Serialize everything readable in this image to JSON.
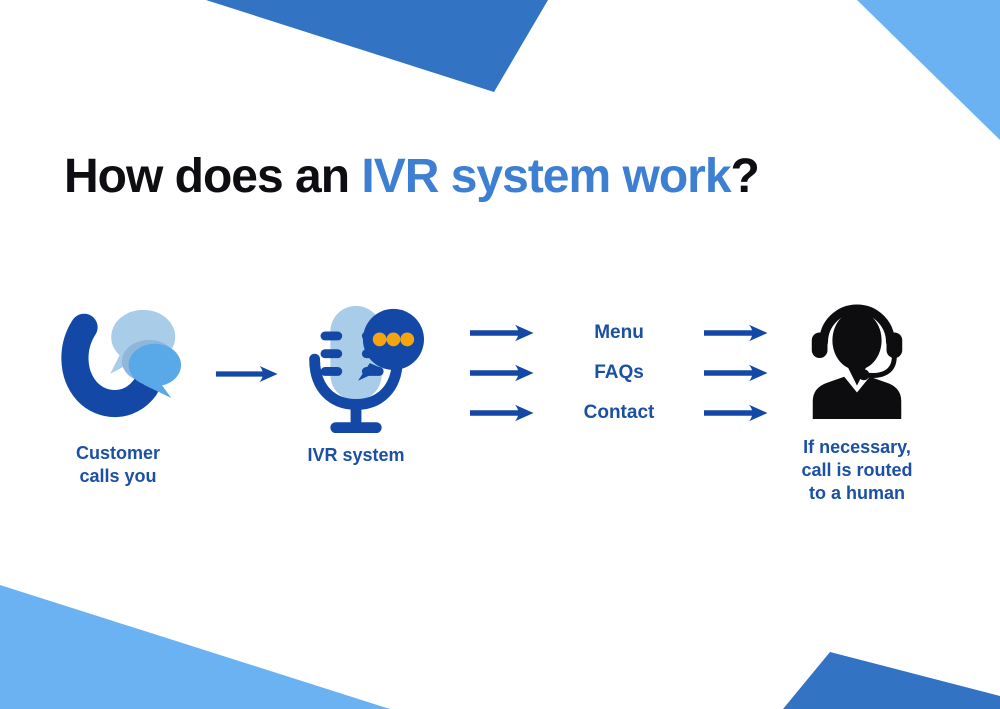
{
  "title": {
    "black_prefix": "How does an ",
    "highlight": "IVR system work",
    "black_suffix": "?"
  },
  "steps": {
    "customer": {
      "label_line1": "Customer",
      "label_line2": "calls you",
      "icon": "phone-with-chat-bubbles-icon"
    },
    "ivr": {
      "label": "IVR system",
      "icon": "microphone-with-speech-bubble-icon"
    },
    "options": {
      "items": [
        "Menu",
        "FAQs",
        "Contact"
      ]
    },
    "agent": {
      "label_line1": "If necessary,",
      "label_line2": "call is routed",
      "label_line3": "to a human",
      "icon": "support-agent-headset-icon"
    }
  },
  "icons": {
    "flow_arrow": "arrow-right-icon"
  },
  "colors": {
    "title_black": "#0d0d12",
    "title_accent": "#3d80d3",
    "label_blue": "#1b50a4",
    "icon_dark_blue": "#1348a6",
    "capsule_light_blue": "#a9cce9",
    "bubble_bright_blue": "#59a8e8",
    "bubble_muted_blue": "#8fb7dc",
    "dot_orange": "#f3a50f",
    "agent_black": "#0d0d10",
    "corner_dark_blue": "#3273c4",
    "corner_light_blue": "#6ab2f2"
  }
}
